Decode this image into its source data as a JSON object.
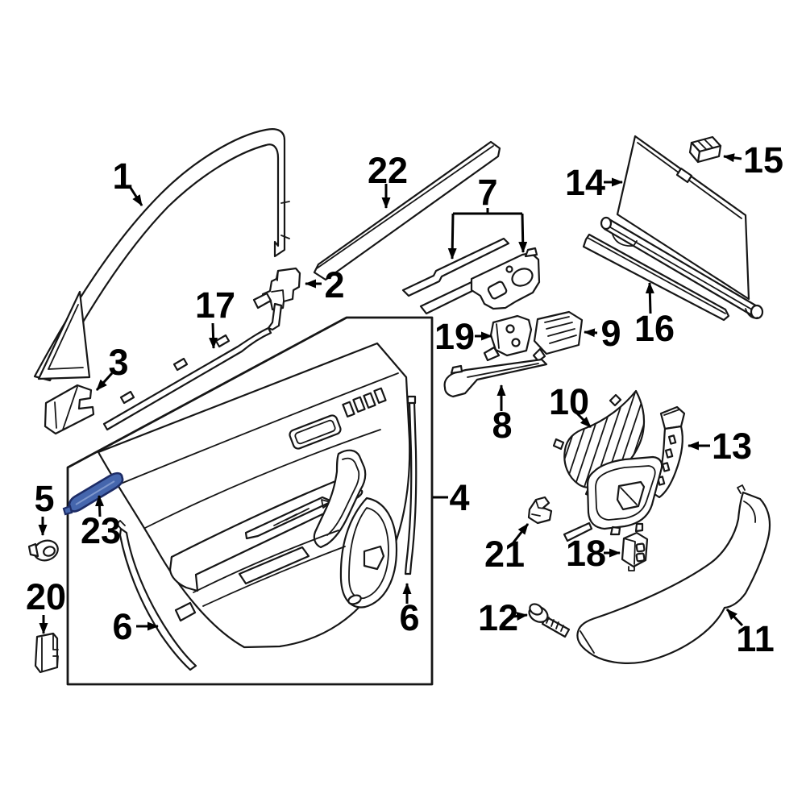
{
  "colors": {
    "background": "#ffffff",
    "line": "#161616",
    "highlight_fill": "#4566ad",
    "highlight_stroke": "#1d2c66",
    "highlight_inner": "#7e97cc"
  },
  "diagram": {
    "highlighted_part": "23",
    "callouts": [
      {
        "id": "1",
        "label": "1"
      },
      {
        "id": "2",
        "label": "2"
      },
      {
        "id": "3",
        "label": "3"
      },
      {
        "id": "4",
        "label": "4"
      },
      {
        "id": "5",
        "label": "5"
      },
      {
        "id": "6",
        "label": "6"
      },
      {
        "id": "6b",
        "label": "6"
      },
      {
        "id": "7",
        "label": "7"
      },
      {
        "id": "8",
        "label": "8"
      },
      {
        "id": "9",
        "label": "9"
      },
      {
        "id": "10",
        "label": "10"
      },
      {
        "id": "11",
        "label": "11"
      },
      {
        "id": "12",
        "label": "12"
      },
      {
        "id": "13",
        "label": "13"
      },
      {
        "id": "14",
        "label": "14"
      },
      {
        "id": "15",
        "label": "15"
      },
      {
        "id": "16",
        "label": "16"
      },
      {
        "id": "17",
        "label": "17"
      },
      {
        "id": "18",
        "label": "18"
      },
      {
        "id": "19",
        "label": "19"
      },
      {
        "id": "20",
        "label": "20"
      },
      {
        "id": "21",
        "label": "21"
      },
      {
        "id": "22",
        "label": "22"
      },
      {
        "id": "23",
        "label": "23"
      }
    ]
  }
}
